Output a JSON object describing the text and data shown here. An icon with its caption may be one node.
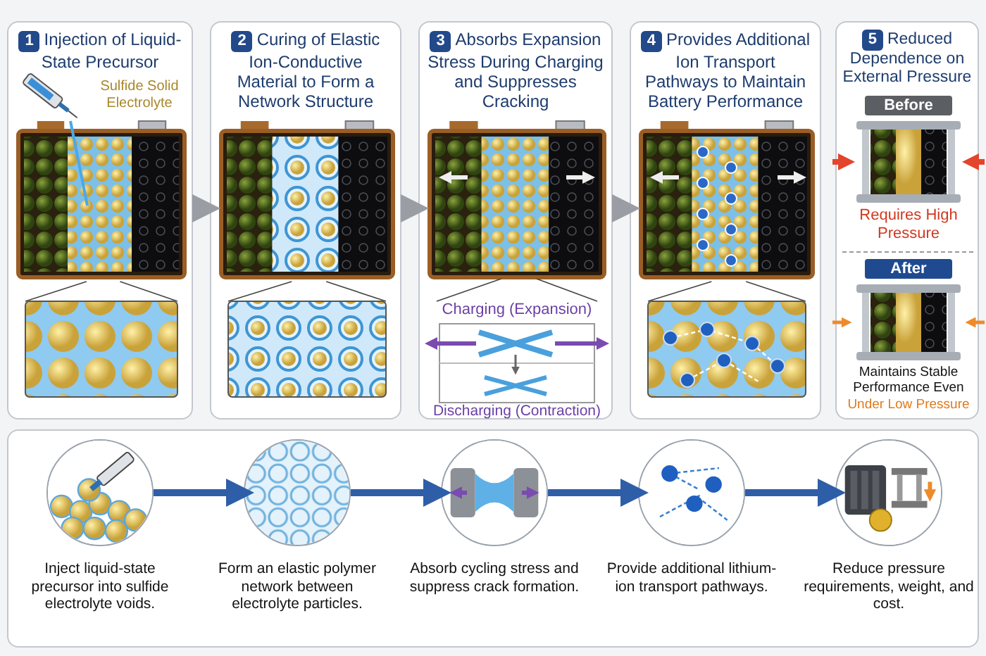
{
  "diagram": {
    "nodes": [
      {
        "text": [
          "1",
          "Injection of Liquid-State Precursor",
          "Sulfide Solid Electrolyte"
        ]
      },
      {
        "text": [
          "2",
          "Curing of Elastic Ion-Conductive Material to Form a Network Structure"
        ]
      },
      {
        "text": [
          "3",
          "Absorbs Expansion Stress During Charging and Suppresses Cracking",
          "Charging (Expansion)",
          "Discharging (Contraction)"
        ]
      },
      {
        "text": [
          "4",
          "Provides Additional Ion Transport Pathways to Maintain Battery Performance"
        ]
      },
      {
        "text": [
          "5",
          "Reduced Dependence on External Pressure",
          "Before",
          "Requires High Pressure",
          "After",
          "Maintains Stable Performance Even",
          "Under Low Pressure"
        ]
      },
      {
        "text": [],
        "shape": "box"
      },
      {
        "text": [],
        "shape": "circle",
        "in": 5,
        "beside": [
          "Inject liquid-state precursor into sulfide electrolyte voids."
        ]
      },
      {
        "text": [],
        "shape": "circle",
        "in": 5,
        "beside": [
          "Form an elastic polymer network between electrolyte particles."
        ]
      },
      {
        "text": [],
        "shape": "circle",
        "in": 5,
        "beside": [
          "Absorb cycling stress and suppress crack formation."
        ]
      },
      {
        "text": [],
        "shape": "circle",
        "in": 5,
        "beside": [
          "Provide additional lithium-ion transport pathways."
        ]
      },
      {
        "text": [],
        "shape": "circle",
        "in": 5,
        "beside": [
          "Reduce pressure requirements, weight, and cost."
        ]
      }
    ],
    "edges": [
      {
        "from": 0,
        "to": 1,
        "arrow": "to",
        "color": "#9a9da3"
      },
      {
        "from": 1,
        "to": 2,
        "arrow": "to",
        "color": "#9a9da3"
      },
      {
        "from": 2,
        "to": 3,
        "arrow": "to",
        "color": "#9a9da3"
      },
      {
        "from": 6,
        "to": 7,
        "arrow": "to"
      },
      {
        "from": 7,
        "to": 8,
        "arrow": "to"
      },
      {
        "from": 8,
        "to": 9,
        "arrow": "to"
      },
      {
        "from": 9,
        "to": 10,
        "arrow": "to"
      }
    ]
  }
}
